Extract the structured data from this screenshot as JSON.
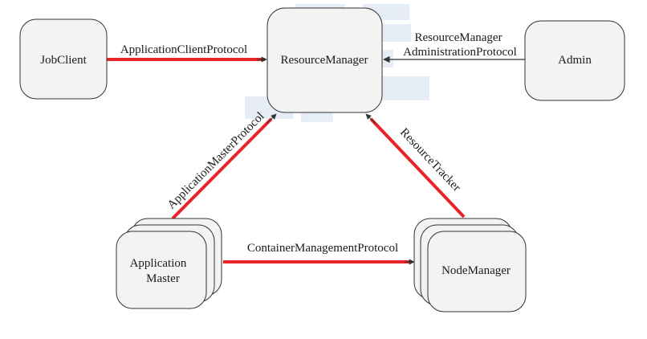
{
  "nodes": {
    "jobclient": "JobClient",
    "resourcemanager": "ResourceManager",
    "admin": "Admin",
    "appmaster_line1": "Application",
    "appmaster_line2": "Master",
    "nodemanager": "NodeManager"
  },
  "edges": {
    "client_rm": "ApplicationClientProtocol",
    "admin_rm_line1": "ResourceManager",
    "admin_rm_line2": "AdministrationProtocol",
    "am_rm": "ApplicationMasterProtocol",
    "nm_rm": "ResourceTracker",
    "am_nm": "ContainerManagementProtocol"
  },
  "colors": {
    "highlight": "#e8232a",
    "plain": "#333333",
    "watermark": "#c9d9ee"
  }
}
